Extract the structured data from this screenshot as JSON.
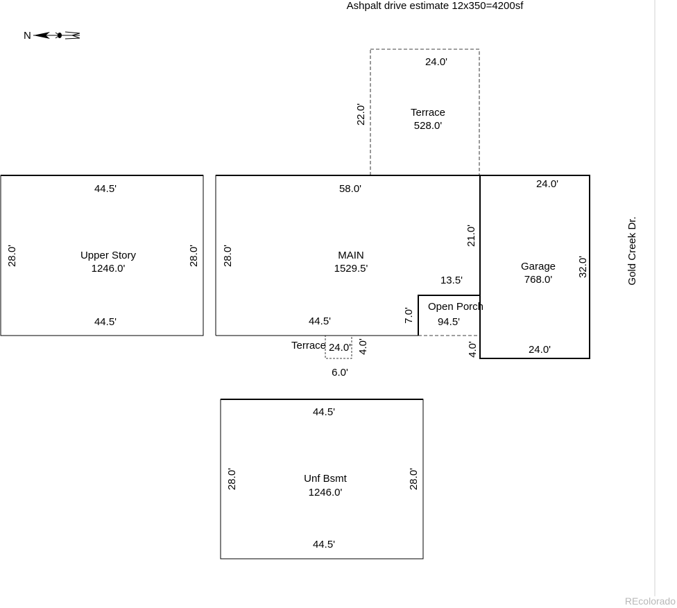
{
  "header": {
    "title": "Ashpalt drive estimate 12x350=4200sf"
  },
  "compass": {
    "label": "N",
    "icon": "north-arrow-icon"
  },
  "street": {
    "name": "Gold Creek Dr."
  },
  "watermark": {
    "text": "REcolorado"
  },
  "areas": {
    "terrace_top": {
      "name": "Terrace",
      "area": "528.0'",
      "width": "24.0'",
      "depth": "22.0'"
    },
    "upper_story": {
      "name": "Upper Story",
      "area": "1246.0'",
      "top": "44.5'",
      "bottom": "44.5'",
      "left": "28.0'",
      "right": "28.0'"
    },
    "main": {
      "name": "MAIN",
      "area": "1529.5'",
      "top": "58.0'",
      "bottom": "44.5'",
      "left": "28.0'",
      "right_upper": "21.0'",
      "porch_top": "13.5'"
    },
    "open_porch": {
      "name": "Open Porch",
      "area": "94.5'",
      "depth": "7.0'",
      "step": "4.0'"
    },
    "terrace_small": {
      "name": "Terrace",
      "area": "24.0'",
      "depth": "4.0'",
      "width": "6.0'"
    },
    "garage": {
      "name": "Garage",
      "area": "768.0'",
      "top": "24.0'",
      "bottom": "24.0'",
      "right": "32.0'"
    },
    "basement": {
      "name": "Unf Bsmt",
      "area": "1246.0'",
      "top": "44.5'",
      "bottom": "44.5'",
      "left": "28.0'",
      "right": "28.0'"
    }
  }
}
